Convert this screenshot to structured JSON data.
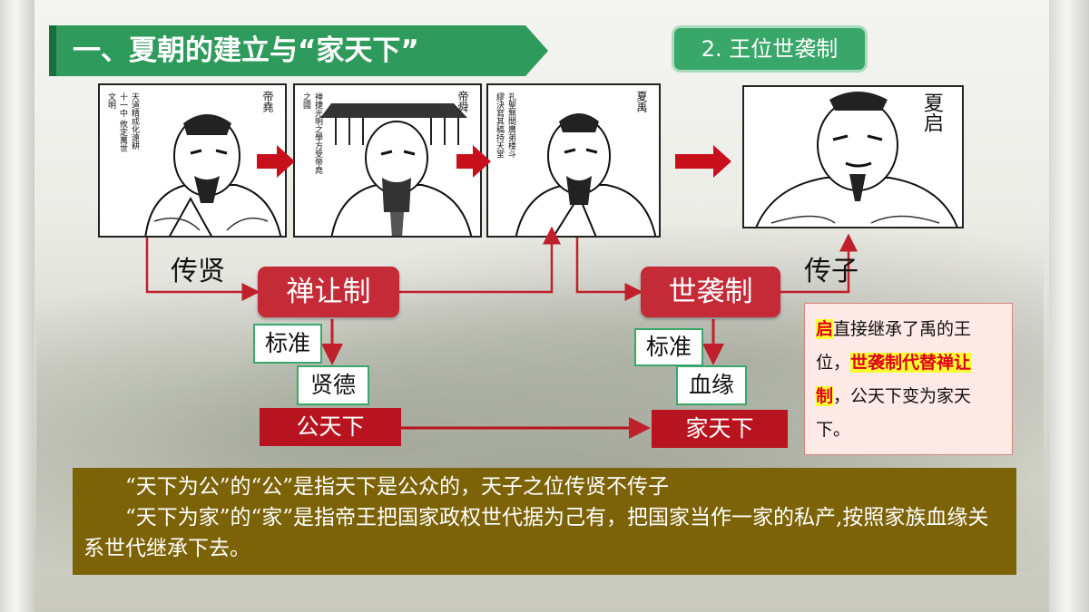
{
  "header": {
    "title": "一、夏朝的建立与“家天下”",
    "section_pill": "2. 王位世袭制"
  },
  "portraits": [
    {
      "name": "帝尧",
      "caption": "帝堯",
      "inscription": "天道精成化遠耕十一中 攸定萬世文明"
    },
    {
      "name": "帝舜",
      "caption": "帝舜",
      "inscription": "禅捷光明之學方受帝堯之國"
    },
    {
      "name": "夏禹",
      "caption": "夏禹",
      "inscription": "孔聖無間廣弟楼斗繆決寫其稿持天堂"
    },
    {
      "name": "夏启",
      "caption": "夏启"
    }
  ],
  "flow": {
    "left_label_top": "传贤",
    "left_system": "禅让制",
    "left_standard": "标准",
    "left_criterion": "贤德",
    "left_result": "公天下",
    "right_label_top": "传子",
    "right_system": "世袭制",
    "right_standard": "标准",
    "right_criterion": "血缘",
    "right_result": "家天下"
  },
  "note": {
    "part1_hl": "启",
    "part2": "直接继承了禹的王位，",
    "part3_hl": "世袭制代替禅让制",
    "part4": "，公天下变为家天下。"
  },
  "bottom_text": {
    "line1": "　　“天下为公”的“公”是指天下是公众的，天子之位传贤不传子",
    "line2": "　　“天下为家”的“家”是指帝王把国家政权世代据为己有，把国家当作一家的私产,按照家族血缘关系世代继承下去。"
  },
  "colors": {
    "title_green": "#2e9b5c",
    "system_red": "#c52a37",
    "result_red": "#b8141f",
    "arrow_red": "#c0202c",
    "box_green": "#3aa86a",
    "panel_brown": "#7d6308"
  }
}
